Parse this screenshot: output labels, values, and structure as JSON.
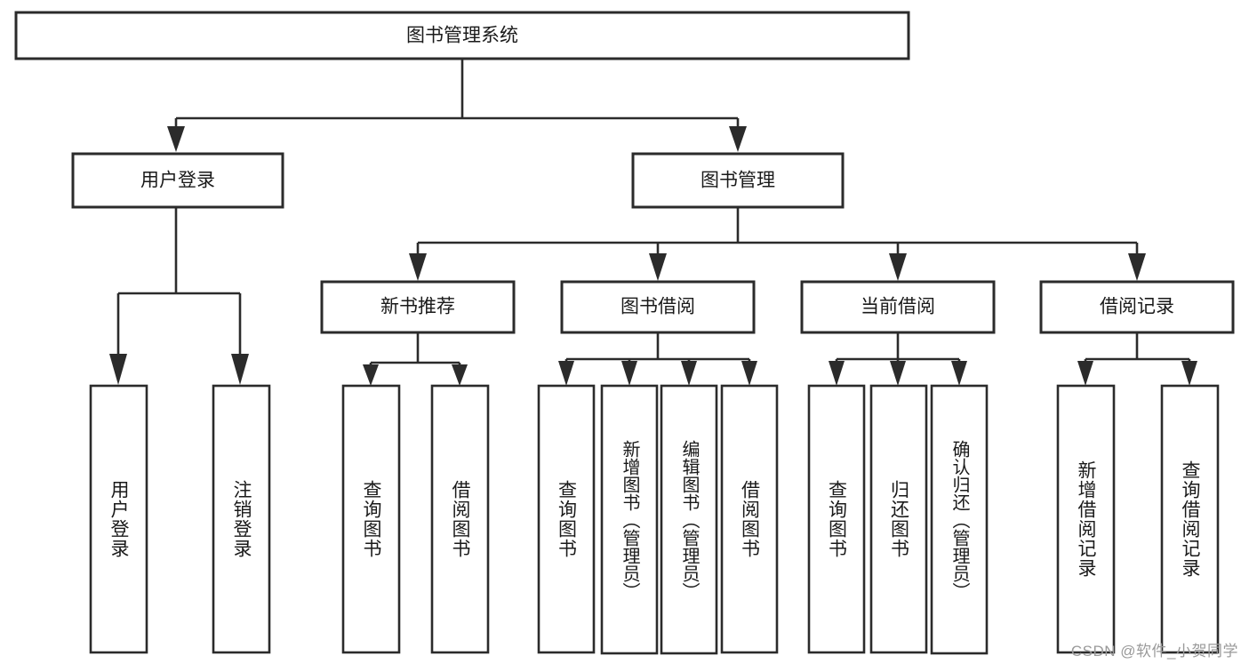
{
  "diagram": {
    "title": "图书管理系统",
    "type": "hierarchy-tree",
    "root": {
      "id": "root",
      "label": "图书管理系统",
      "orientation": "horizontal"
    },
    "level2": [
      {
        "id": "user-login",
        "label": "用户登录",
        "orientation": "horizontal"
      },
      {
        "id": "book-manage",
        "label": "图书管理",
        "orientation": "horizontal"
      }
    ],
    "level3": [
      {
        "id": "new-book-recommend",
        "label": "新书推荐",
        "orientation": "horizontal",
        "parent": "book-manage"
      },
      {
        "id": "book-borrow",
        "label": "图书借阅",
        "orientation": "horizontal",
        "parent": "book-manage"
      },
      {
        "id": "current-borrow",
        "label": "当前借阅",
        "orientation": "horizontal",
        "parent": "book-manage"
      },
      {
        "id": "borrow-record",
        "label": "借阅记录",
        "orientation": "horizontal",
        "parent": "book-manage"
      }
    ],
    "leaves": [
      {
        "id": "leaf-user-login",
        "label": "用户登录",
        "parent": "user-login",
        "orientation": "vertical"
      },
      {
        "id": "leaf-logout-login",
        "label": "注销登录",
        "parent": "user-login",
        "orientation": "vertical"
      },
      {
        "id": "leaf-query-book-1",
        "label": "查询图书",
        "parent": "new-book-recommend",
        "orientation": "vertical"
      },
      {
        "id": "leaf-borrow-book-1",
        "label": "借阅图书",
        "parent": "new-book-recommend",
        "orientation": "vertical"
      },
      {
        "id": "leaf-query-book-2",
        "label": "查询图书",
        "parent": "book-borrow",
        "orientation": "vertical"
      },
      {
        "id": "leaf-add-book",
        "label": "新增图书（管理员）",
        "parent": "book-borrow",
        "orientation": "vertical"
      },
      {
        "id": "leaf-edit-book",
        "label": "编辑图书（管理员）",
        "parent": "book-borrow",
        "orientation": "vertical"
      },
      {
        "id": "leaf-borrow-book-2",
        "label": "借阅图书",
        "parent": "book-borrow",
        "orientation": "vertical"
      },
      {
        "id": "leaf-query-book-3",
        "label": "查询图书",
        "parent": "current-borrow",
        "orientation": "vertical"
      },
      {
        "id": "leaf-return-book",
        "label": "归还图书",
        "parent": "current-borrow",
        "orientation": "vertical"
      },
      {
        "id": "leaf-confirm-return",
        "label": "确认归还（管理员）",
        "parent": "current-borrow",
        "orientation": "vertical"
      },
      {
        "id": "leaf-add-record",
        "label": "新增借阅记录",
        "parent": "borrow-record",
        "orientation": "vertical"
      },
      {
        "id": "leaf-query-record",
        "label": "查询借阅记录",
        "parent": "borrow-record",
        "orientation": "vertical"
      }
    ],
    "watermark": "CSDN @软件_小贺同学",
    "colors": {
      "stroke": "#2b2b2b",
      "fill": "#ffffff",
      "text": "#1a1a1a",
      "watermark": "#9a9a9a"
    }
  }
}
